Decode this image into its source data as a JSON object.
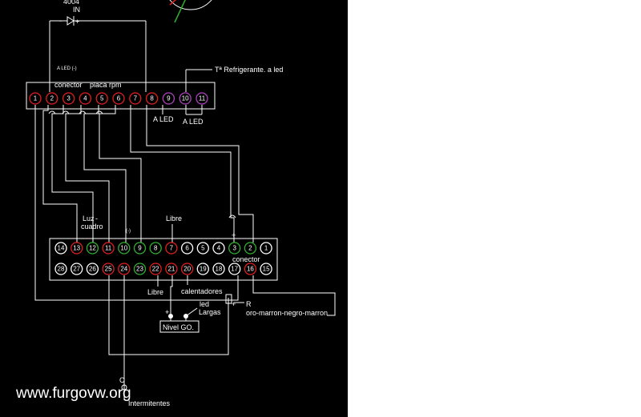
{
  "diagram": {
    "top_connector": {
      "pins": [
        {
          "n": "1",
          "color": "#e02020"
        },
        {
          "n": "2",
          "color": "#e02020"
        },
        {
          "n": "3",
          "color": "#e02020"
        },
        {
          "n": "4",
          "color": "#e02020"
        },
        {
          "n": "5",
          "color": "#e02020"
        },
        {
          "n": "6",
          "color": "#e02020"
        },
        {
          "n": "7",
          "color": "#e02020"
        },
        {
          "n": "8",
          "color": "#e02020"
        },
        {
          "n": "9",
          "color": "#b040c0"
        },
        {
          "n": "10",
          "color": "#b040c0"
        },
        {
          "n": "11",
          "color": "#b040c0"
        }
      ]
    },
    "bottom_connector": {
      "row1": [
        {
          "n": "14",
          "color": "#ffffff"
        },
        {
          "n": "13",
          "color": "#e02020"
        },
        {
          "n": "12",
          "color": "#30b030"
        },
        {
          "n": "11",
          "color": "#e02020"
        },
        {
          "n": "10",
          "color": "#30b030"
        },
        {
          "n": "9",
          "color": "#30b030"
        },
        {
          "n": "8",
          "color": "#30b030"
        },
        {
          "n": "7",
          "color": "#e02020"
        },
        {
          "n": "6",
          "color": "#ffffff"
        },
        {
          "n": "5",
          "color": "#ffffff"
        },
        {
          "n": "4",
          "color": "#ffffff"
        },
        {
          "n": "3",
          "color": "#30b030"
        },
        {
          "n": "2",
          "color": "#30b030"
        },
        {
          "n": "1",
          "color": "#ffffff"
        }
      ],
      "row2": [
        {
          "n": "28",
          "color": "#ffffff"
        },
        {
          "n": "27",
          "color": "#ffffff"
        },
        {
          "n": "26",
          "color": "#ffffff"
        },
        {
          "n": "25",
          "color": "#e02020"
        },
        {
          "n": "24",
          "color": "#e02020"
        },
        {
          "n": "23",
          "color": "#30b030"
        },
        {
          "n": "22",
          "color": "#e02020"
        },
        {
          "n": "21",
          "color": "#e02020"
        },
        {
          "n": "20",
          "color": "#e02020"
        },
        {
          "n": "19",
          "color": "#ffffff"
        },
        {
          "n": "18",
          "color": "#ffffff"
        },
        {
          "n": "17",
          "color": "#ffffff"
        },
        {
          "n": "16",
          "color": "#e02020"
        },
        {
          "n": "15",
          "color": "#ffffff"
        }
      ]
    },
    "labels": {
      "diode_code": "4004",
      "diode_in": "IN",
      "diode_minus": "-",
      "diode_plus": "+",
      "a_led_small": "A LED (-)",
      "conector_top": "conector",
      "placa_rpm": "placa rpm",
      "refrigerante": "Tª Refrigerante. a led",
      "a_led_1": "A LED",
      "a_led_2": "A LED",
      "luz": "Luz",
      "cuadro": "cuadro",
      "dash": "-",
      "minus_paren": "(-)",
      "libre_top": "Libre",
      "plus_small": "+",
      "conector_bottom": "conector",
      "libre_bottom": "Libre",
      "calentadores": "calentadores",
      "plus_nivel": "+",
      "led": "led",
      "largas": "Largas",
      "nivel_go": "Nivel GO.",
      "r": "R",
      "resistor_plus": "+",
      "oro": "oro-marron-negro-marron",
      "c_mark": "C",
      "intermitentes": "Intermitentes"
    }
  },
  "watermark": "www.furgovw.org"
}
